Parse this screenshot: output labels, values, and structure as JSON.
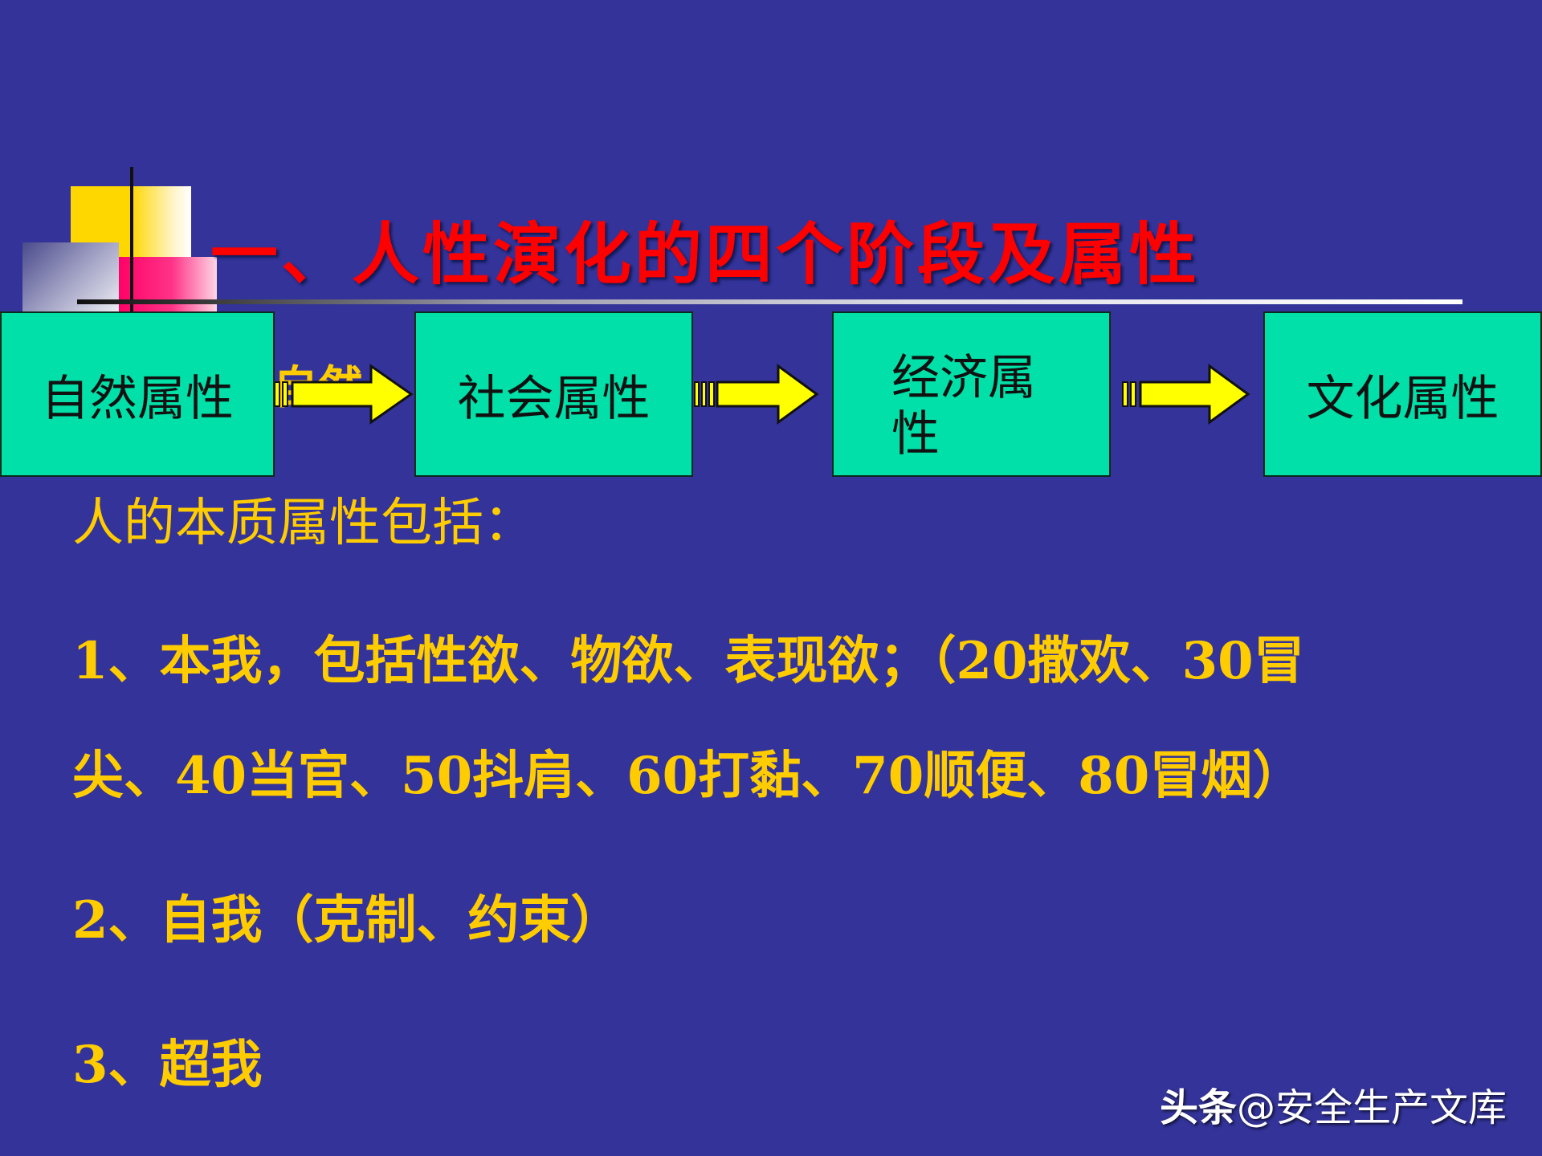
{
  "slide": {
    "title": "一、人性演化的四个阶段及属性",
    "partial_text": "自然",
    "flow": [
      {
        "label": "自然属性"
      },
      {
        "label": "社会属性"
      },
      {
        "label": "经济属性"
      },
      {
        "label": "文化属性"
      }
    ],
    "lines": [
      "人的本质属性包括：",
      "1、本我，包括性欲、物欲、表现欲；（20撒欢、30冒",
      "尖、40当官、50抖肩、60打黏、70顺便、80冒烟）",
      "2、自我（克制、约束）",
      "3、超我"
    ],
    "watermark": {
      "brand": "头条",
      "handle": "@安全生产文库"
    },
    "colors": {
      "background": "#333399",
      "title": "#ff0000",
      "body_text": "#ffcc00",
      "box_fill": "#00e0a8",
      "arrow": "#ffff00"
    }
  }
}
